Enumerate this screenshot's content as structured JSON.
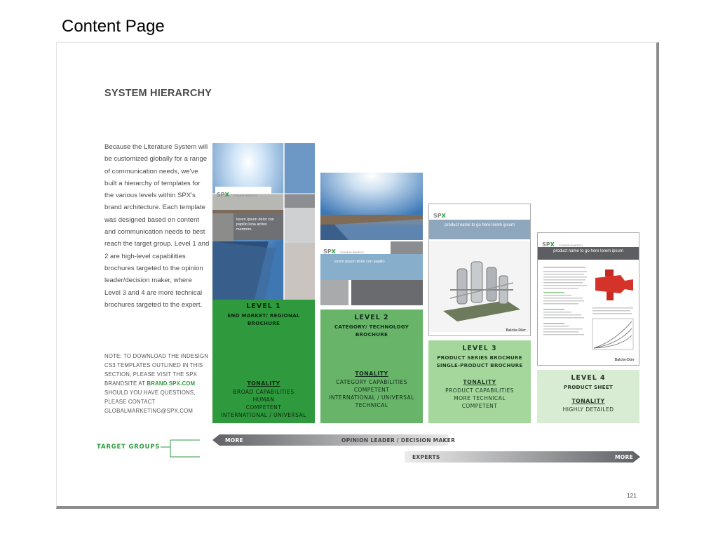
{
  "slide": {
    "title": "Content Page"
  },
  "doc": {
    "heading": "SYSTEM HIERARCHY",
    "intro": "Because the Literature System will be customized globally for a range of communication needs, we've built a hierarchy of templates for the various levels within SPX's brand architecture. Each template was designed based on content and communication needs to best reach the target group. Level 1 and 2 are high-level capabilities brochures targeted to the opinion leader/decision maker, where Level 3 and 4 are more technical brochures targeted to the expert.",
    "note": {
      "before": "NOTE: TO DOWNLOAD THE INDESIGN CS3 TEMPLATES OUTLINED IN THIS SECTION, PLEASE VISIT THE SPX BRANDSITE AT ",
      "link": "BRAND.SPX.COM",
      "after": " SHOULD YOU HAVE QUESTIONS, PLEASE CONTACT GLOBALMARKETING@SPX.COM"
    },
    "levels": [
      {
        "level": "LEVEL 1",
        "subtitle": "END MARKET/ REGIONAL BROCHURE",
        "subtitle2": "",
        "tonality": "TONALITY",
        "traits": [
          "BROAD CAPABILITIES",
          "HUMAN",
          "COMPETENT",
          "INTERNATIONAL / UNIVERSAL"
        ]
      },
      {
        "level": "LEVEL 2",
        "subtitle": "CATEGORY/ TECHNOLOGY BROCHURE",
        "subtitle2": "",
        "tonality": "TONALITY",
        "traits": [
          "CATEGORY CAPABILITIES",
          "COMPETENT",
          "INTERNATIONAL / UNIVERSAL",
          "TECHNICAL"
        ]
      },
      {
        "level": "LEVEL 3",
        "subtitle": "PRODUCT SERIES BROCHURE",
        "subtitle2": "SINGLE-PRODUCT BROCHURE",
        "tonality": "TONALITY",
        "traits": [
          "PRODUCT CAPABILITIES",
          "MORE TECHNICAL",
          "COMPETENT"
        ]
      },
      {
        "level": "LEVEL 4",
        "subtitle": "PRODUCT SHEET",
        "subtitle2": "",
        "tonality": "TONALITY",
        "traits": [
          "HIGHLY DETAILED"
        ]
      }
    ],
    "thumbs": {
      "t1_caption": "lorem ipsum dolor con papilio luna actius memnon.",
      "t2_caption": "lorem ipsum dolor con papilio",
      "t3_headline": "product name to go here lorem ipsum",
      "t4_headline": "product name to go here lorem ipsum",
      "brand_prefix": "SP",
      "brand_suffix": "X",
      "brand_tag": "POWER+ENERGY",
      "balcke": "Balcke-Dürr"
    },
    "target": {
      "label": "TARGET GROUPS",
      "more_left": "MORE",
      "opinion": "OPINION LEADER / DECISION MAKER",
      "experts": "EXPERTS",
      "more_right": "MORE"
    },
    "page_number": "121"
  }
}
